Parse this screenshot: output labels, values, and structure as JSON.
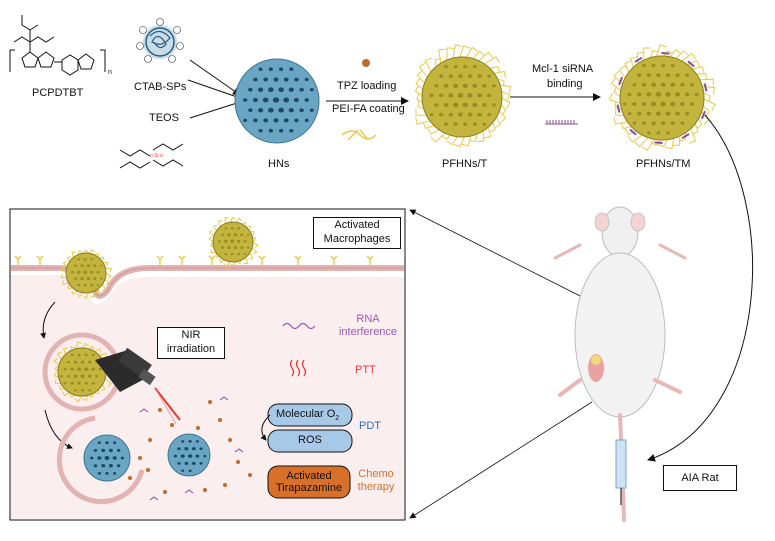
{
  "labels": {
    "pcpdtbt": "PCPDTBT",
    "ctab": "CTAB-SPs",
    "teos": "TEOS",
    "hns": "HNs",
    "tpz_loading": "TPZ loading",
    "peifa": "PEI-FA coating",
    "pfhns_t": "PFHNs/T",
    "mcl1_line1": "Mcl-1 siRNA",
    "mcl1_line2": "binding",
    "pfhns_tm": "PFHNs/TM",
    "activated_line1": "Activated",
    "activated_line2": "Macrophages",
    "nir_line1": "NIR",
    "nir_line2": "irradiation",
    "rna_line1": "RNA",
    "rna_line2": "interference",
    "ptt": "PTT",
    "pdt": "PDT",
    "molecular_o2": "Molecular O",
    "o2_sub": "2",
    "ros": "ROS",
    "tpz_act_line1": "Activated",
    "tpz_act_line2": "Tirapazamine",
    "chemo_line1": "Chemo",
    "chemo_line2": "therapy",
    "aia_rat": "AIA Rat",
    "n_sub": "n"
  },
  "colors": {
    "silica": "#6aa6c4",
    "silica_pore": "#1d4a60",
    "gold": "#b5a632",
    "gold_pore": "#8a7d1f",
    "fiber": "#e8c94a",
    "sirna": "#8a4d9a",
    "tpz_dot": "#c06a2c",
    "cell_fill": "#fbeeee",
    "membrane": "#e2b3b3",
    "pdt_pill": "#a8c8e8",
    "chemo_pill": "#d9702a",
    "rna_text": "#9b59b6",
    "ptt_text": "#e53935",
    "pdt_text": "#2e6db4",
    "chemo_text": "#d9702a"
  }
}
